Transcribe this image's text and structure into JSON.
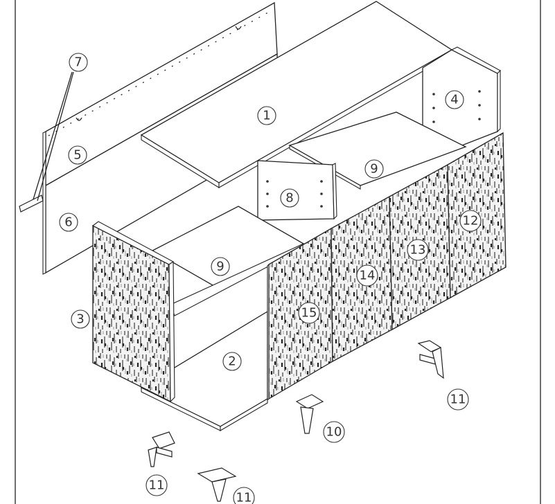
{
  "callouts": {
    "c1": "1",
    "c2": "2",
    "c3": "3",
    "c4": "4",
    "c5": "5",
    "c6": "6",
    "c7": "7",
    "c8": "8",
    "c9a": "9",
    "c9b": "9",
    "c10": "10",
    "c11a": "11",
    "c11b": "11",
    "c11c": "11",
    "c12": "12",
    "c13": "13",
    "c14": "14",
    "c15": "15"
  }
}
